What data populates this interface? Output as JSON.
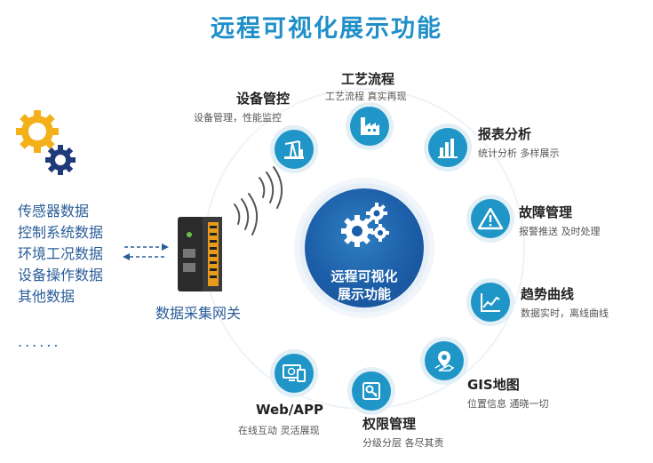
{
  "title": "远程可视化展示功能",
  "sources": [
    "传感器数据",
    "控制系统数据",
    "环境工况数据",
    "设备操作数据",
    "其他数据"
  ],
  "ellipsis": "......",
  "gateway_label": "数据采集网关",
  "center": {
    "line1": "远程可视化",
    "line2": "展示功能"
  },
  "nodes": [
    {
      "id": "equipment",
      "title": "设备管控",
      "subtitle": "设备管理，性能监控",
      "icon": "oil-pump-icon"
    },
    {
      "id": "process",
      "title": "工艺流程",
      "subtitle": "工艺流程 真实再现",
      "icon": "factory-icon"
    },
    {
      "id": "report",
      "title": "报表分析",
      "subtitle": "统计分析 多样展示",
      "icon": "bar-chart-icon"
    },
    {
      "id": "fault",
      "title": "故障管理",
      "subtitle": "报警推送 及时处理",
      "icon": "warning-icon"
    },
    {
      "id": "trend",
      "title": "趋势曲线",
      "subtitle": "数据实时，离线曲线",
      "icon": "line-chart-icon"
    },
    {
      "id": "gis",
      "title": "GIS地图",
      "subtitle": "位置信息 通晓一切",
      "icon": "map-pin-icon"
    },
    {
      "id": "permission",
      "title": "权限管理",
      "subtitle": "分级分层 各尽其责",
      "icon": "key-icon"
    },
    {
      "id": "webapp",
      "title": "Web/APP",
      "subtitle": "在线互动 灵活展现",
      "icon": "web-app-icon"
    }
  ],
  "colors": {
    "accent": "#1f96c7",
    "title": "#1f8fc8",
    "text_blue": "#2a5d98",
    "center": "#1c5ea8",
    "gear_yellow": "#f4b019",
    "gear_navy": "#1e3a78"
  }
}
